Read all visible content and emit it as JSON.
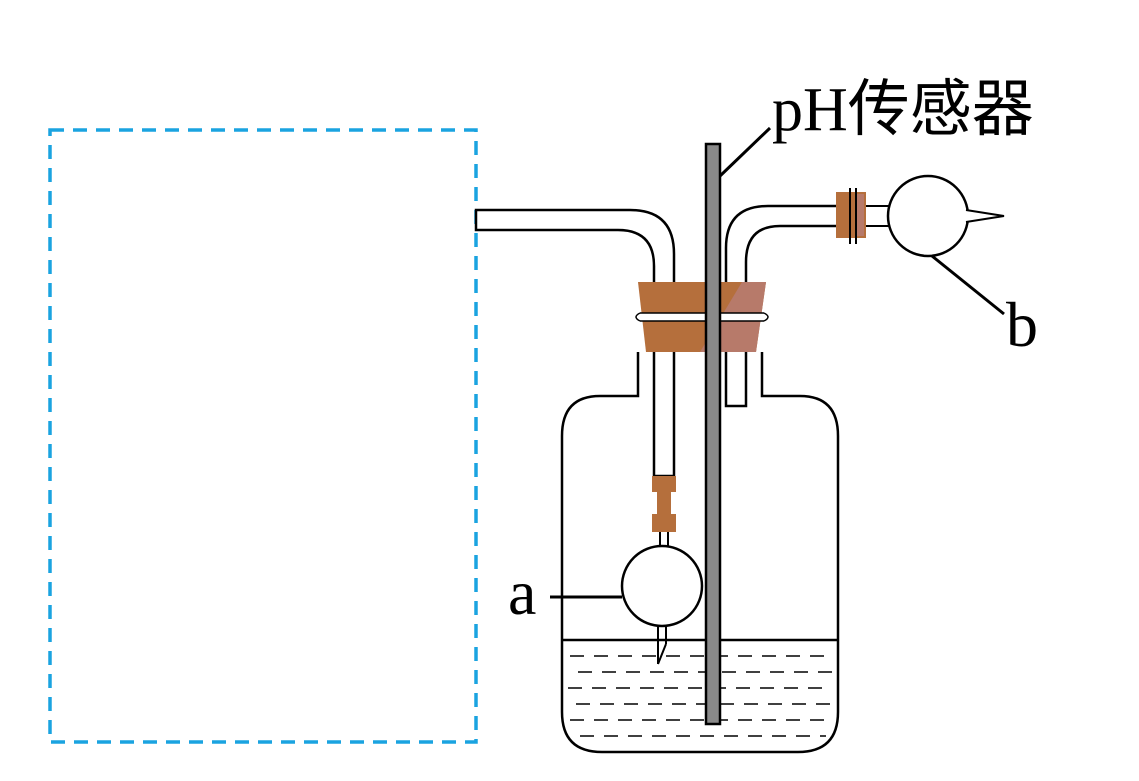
{
  "diagram": {
    "sensor_label": "pH传感器",
    "label_a": "a",
    "label_b": "b",
    "colors": {
      "stopper": "#b56f3c",
      "stopper_highlight": "#b77a6a",
      "dashed_box": "#1aa3e0",
      "sensor_rod": "#8a8a8a",
      "outline": "#000000"
    }
  }
}
